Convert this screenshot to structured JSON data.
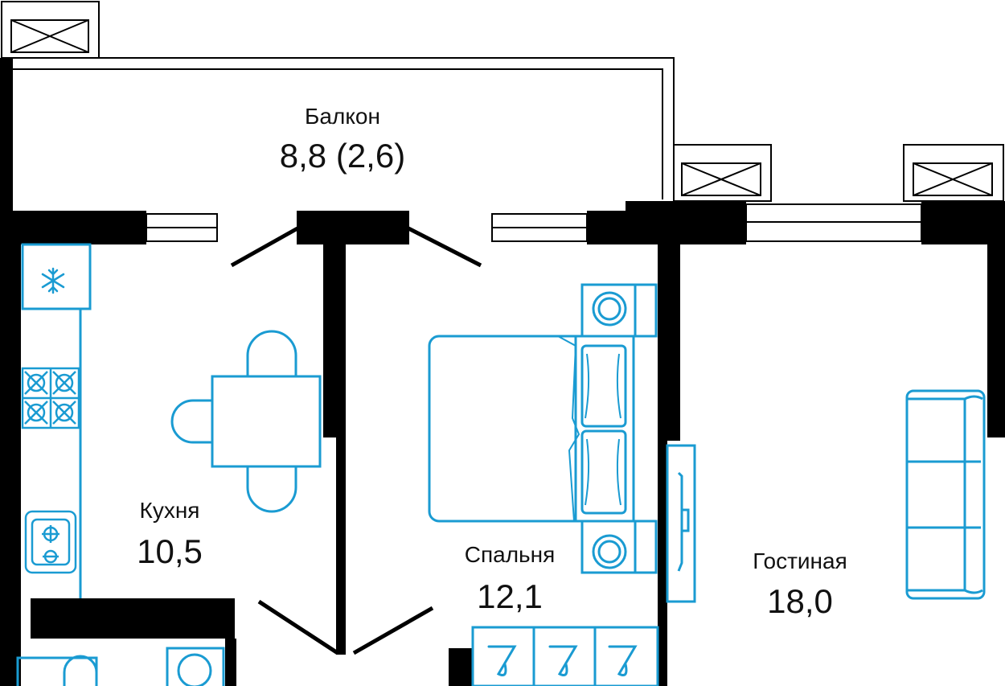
{
  "colors": {
    "wall": "#000000",
    "furniture": "#1a9bd2",
    "background": "#ffffff",
    "text": "#111111"
  },
  "rooms": {
    "balcony": {
      "name": "Балкон",
      "area": "8,8 (2,6)"
    },
    "kitchen": {
      "name": "Кухня",
      "area": "10,5"
    },
    "bedroom": {
      "name": "Спальня",
      "area": "12,1"
    },
    "living": {
      "name": "Гостиная",
      "area": "18,0"
    }
  },
  "icons": {
    "fridge": "snowflake-icon",
    "hob": "stove-burners-icon",
    "sink": "sink-icon",
    "ventilation": "vent-grille-icon"
  }
}
